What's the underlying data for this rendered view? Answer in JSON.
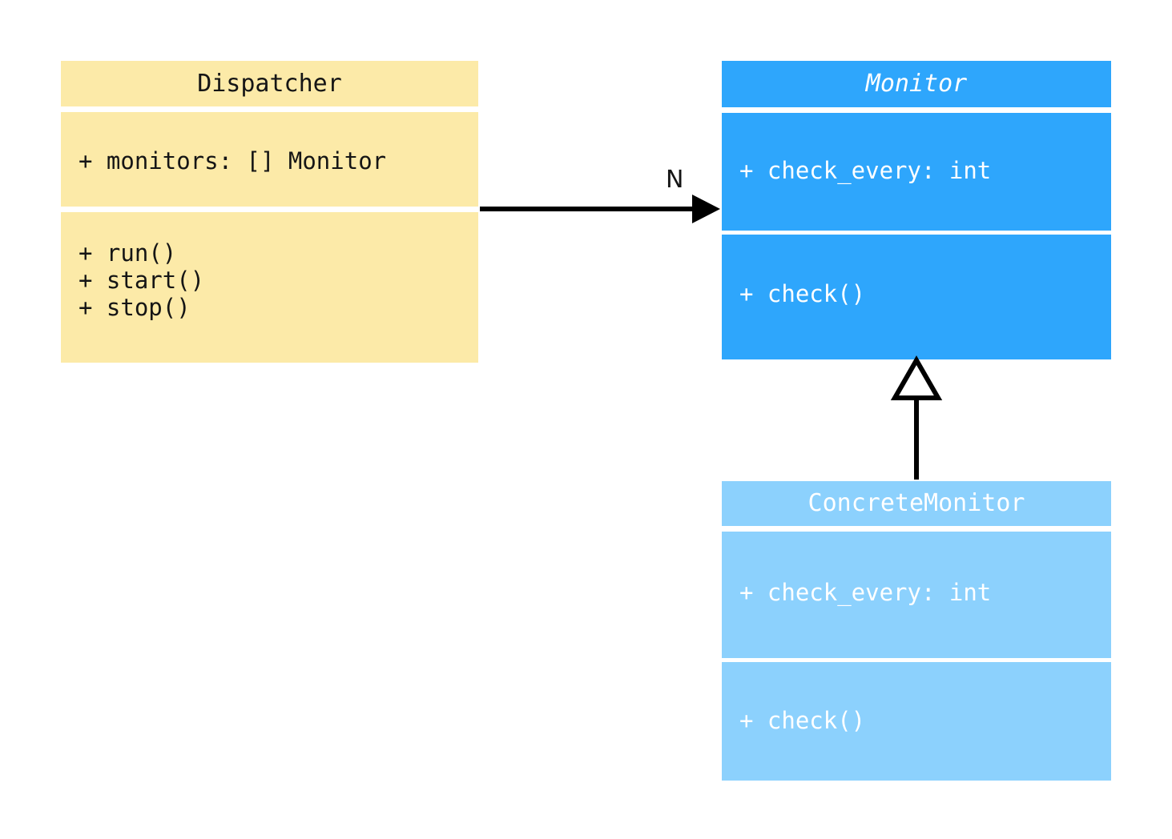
{
  "diagram": {
    "type": "uml-class-diagram",
    "background_color": "#ffffff",
    "classes": [
      {
        "id": "dispatcher",
        "name": "Dispatcher",
        "abstract": false,
        "fill_color": "#fceaa8",
        "text_color": "#151515",
        "attributes": [
          "+ monitors: [] Monitor"
        ],
        "operations": [
          "+ run()",
          "+ start()",
          "+ stop()"
        ]
      },
      {
        "id": "monitor",
        "name": "Monitor",
        "abstract": true,
        "fill_color": "#2ea6fc",
        "text_color": "#ffffff",
        "attributes": [
          "+ check_every: int"
        ],
        "operations": [
          "+ check()"
        ]
      },
      {
        "id": "concretemonitor",
        "name": "ConcreteMonitor",
        "abstract": false,
        "fill_color": "#8cd1fd",
        "text_color": "#ffffff",
        "attributes": [
          "+ check_every: int"
        ],
        "operations": [
          "+ check()"
        ]
      }
    ],
    "relationships": [
      {
        "id": "dispatcher-to-monitor",
        "kind": "association",
        "from": "Dispatcher",
        "to": "Monitor",
        "arrowhead": "solid-filled",
        "multiplicity_label": "N",
        "line_color": "#000000"
      },
      {
        "id": "concretemonitor-to-monitor",
        "kind": "generalization",
        "from": "ConcreteMonitor",
        "to": "Monitor",
        "arrowhead": "hollow-triangle",
        "multiplicity_label": "",
        "line_color": "#000000"
      }
    ]
  }
}
